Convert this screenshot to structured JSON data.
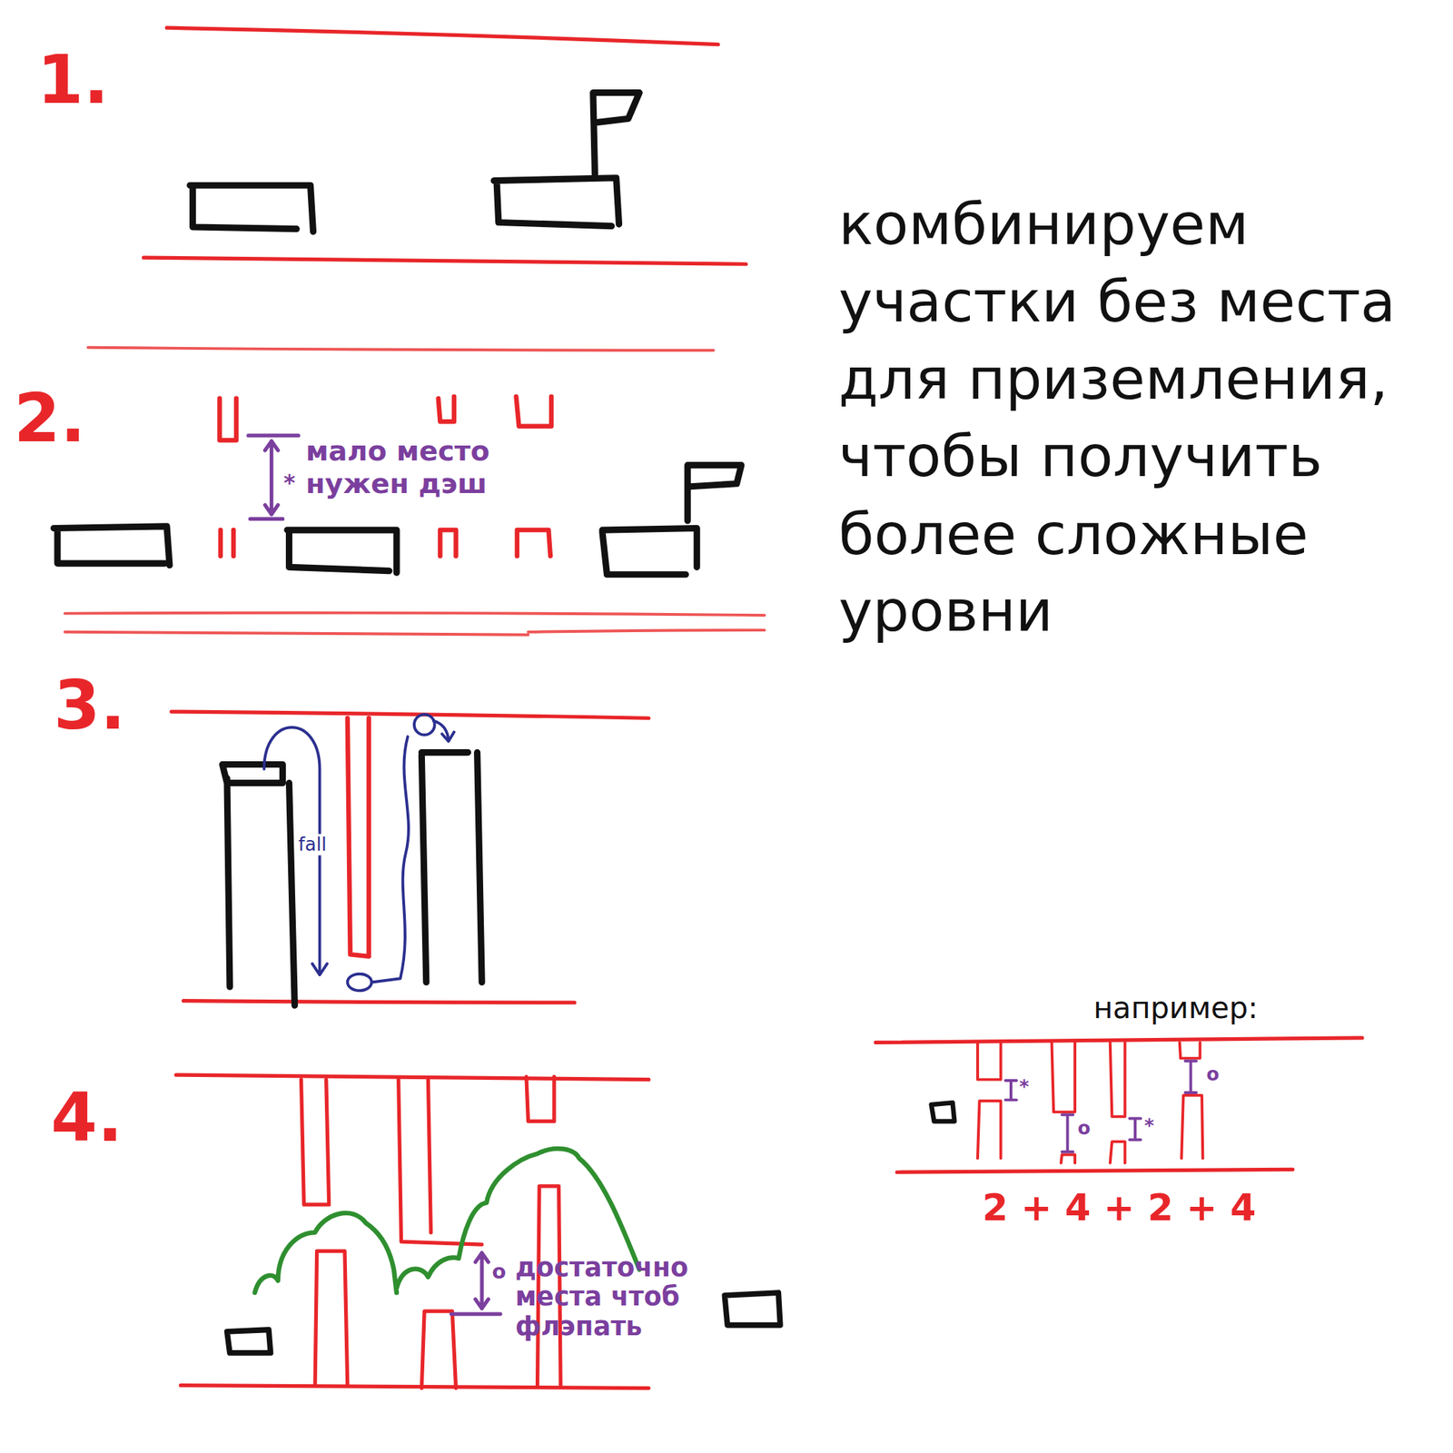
{
  "diagram": {
    "labels": [
      "1.",
      "2.",
      "мало место нужен дэш",
      "*",
      "3.",
      "fall",
      "4.",
      "o",
      "достаточно места чтоб флэпать",
      "комбинируем участки без места для приземления, чтобы получить более сложные уровни",
      "например:",
      "*",
      "o",
      "*",
      "o",
      "2 + 4 + 2 + 4"
    ]
  }
}
